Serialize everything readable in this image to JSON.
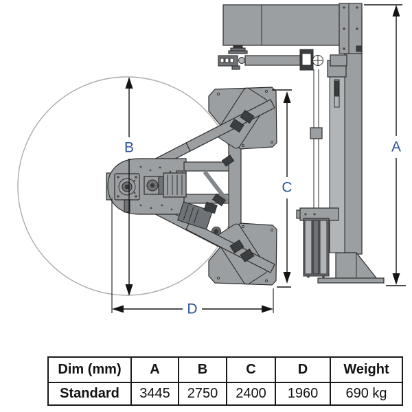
{
  "diagram": {
    "dim_labels": {
      "a": "A",
      "b": "B",
      "c": "C",
      "d": "D"
    },
    "colors": {
      "machine_gray": "#9c9fa2",
      "machine_gray_dark": "#6f7276",
      "machine_gray_light": "#b2b5b8",
      "detail_dark": "#3a3e41",
      "outline": "#2c2c2c",
      "dim_line": "#141414",
      "label_blue": "#2e5394",
      "circle_gray": "#ababab",
      "table_border": "#1a1a1a"
    }
  },
  "table": {
    "headers": [
      "Dim (mm)",
      "A",
      "B",
      "C",
      "D",
      "Weight"
    ],
    "rows": [
      [
        "Standard",
        "3445",
        "2750",
        "2400",
        "1960",
        "690 kg"
      ]
    ]
  }
}
